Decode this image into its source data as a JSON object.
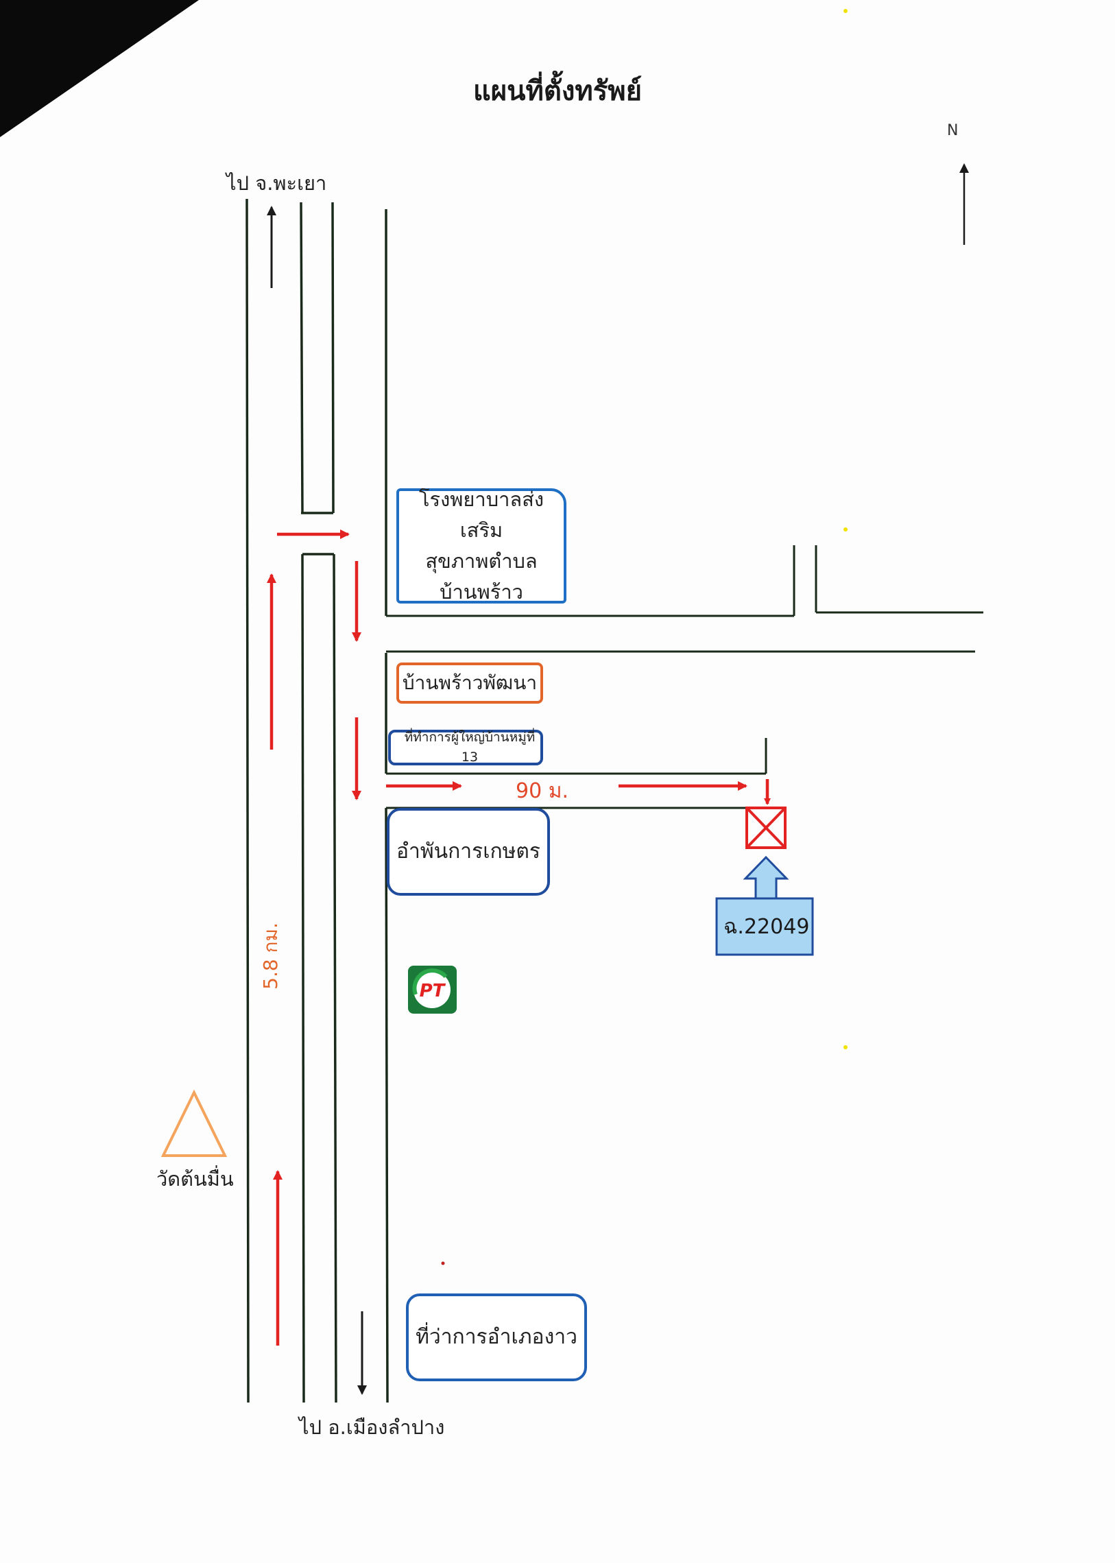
{
  "title": "แผนที่ตั้งทรัพย์",
  "north_label": "N",
  "to_north": "ไป จ.พะเยา",
  "to_south": "ไป อ.เมืองลำปาง",
  "distance_km": "5.8 กม.",
  "distance_m": "90 ม.",
  "temple": "วัดต้นมื่น",
  "deed_number": "ฉ.22049",
  "landmarks": {
    "hospital_line1": "โรงพยาบาลส่งเสริม",
    "hospital_line2": "สุขภาพตำบล",
    "hospital_line3": "บ้านพร้าว",
    "village": "บ้านพร้าวพัฒนา",
    "headman_office": "ที่ทำการผู้ใหญ่บ้านหมู่ที่ 13",
    "shop": "อำพันการเกษตร",
    "district_office": "ที่ว่าการอำเภองาว"
  },
  "colors": {
    "road": "#1a2a1a",
    "route_arrow": "#e32222",
    "hospital_border": "#1f6fc4",
    "village_border": "#e2662a",
    "office_border": "#1f4c9c",
    "temple_marker": "#f4a45c",
    "property_marker": "#e32222",
    "pointer_fill": "#a9d6f2",
    "pointer_border": "#1f4c9c"
  },
  "icons": [
    "pt-gas-station-icon",
    "temple-triangle-icon",
    "property-marker-icon",
    "north-arrow-icon"
  ]
}
